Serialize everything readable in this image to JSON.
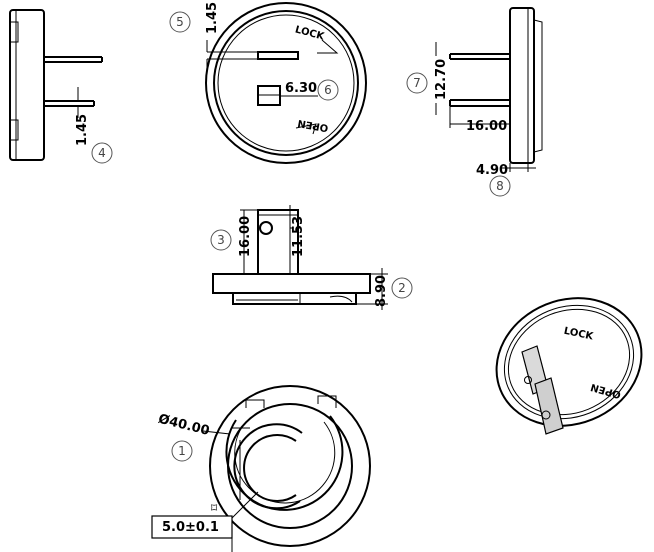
{
  "dimensions": {
    "d_4": "1.45",
    "d_5": "1.45",
    "d_6": "6.30",
    "d_7": "12.70",
    "d_7b": "16.00",
    "d_8": "4.90",
    "d_3a": "16.00",
    "d_3b": "11.53",
    "d_2": "8.90",
    "d_1": "Ø40.00",
    "tolerance": "5.0±0.1"
  },
  "callouts": {
    "c1": "1",
    "c2": "2",
    "c3": "3",
    "c4": "4",
    "c5": "5",
    "c6": "6",
    "c7": "7",
    "c8": "8"
  },
  "face_labels": {
    "lock": "LOCK",
    "open": "OPEN",
    "lock_3d": "LOCK",
    "open_3d": "OPEN"
  }
}
